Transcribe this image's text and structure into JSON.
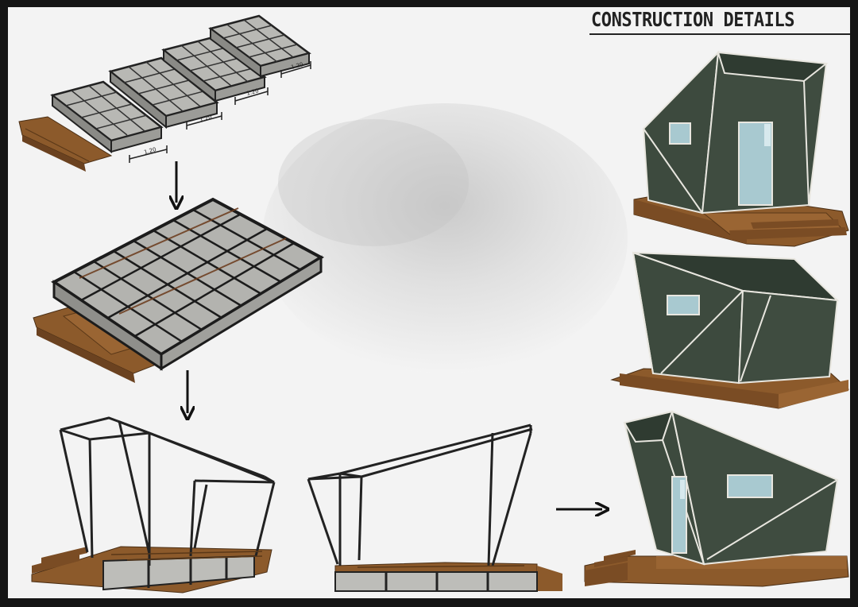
{
  "title": "CONSTRUCTION DETAILS",
  "dimension_labels": [
    "1.20",
    "1.20",
    "1.20",
    "1.20"
  ],
  "colors": {
    "frame": "#222222",
    "glass": "#b3b3b0",
    "wood": "#8c5a2b",
    "cladding": "#3d4a3e",
    "window": "#a8c9d0"
  }
}
